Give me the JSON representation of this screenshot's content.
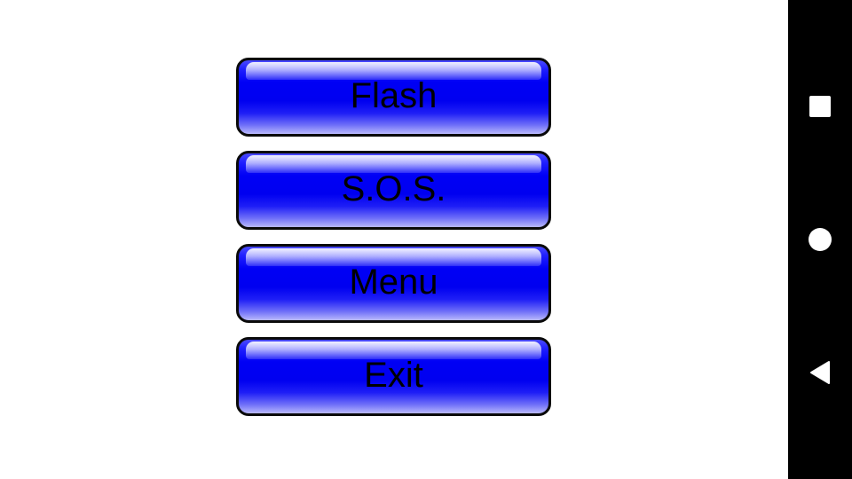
{
  "app": {
    "buttons": [
      {
        "label": "Flash"
      },
      {
        "label": "S.O.S."
      },
      {
        "label": "Menu"
      },
      {
        "label": "Exit"
      }
    ]
  },
  "navigation_bar": {
    "items": [
      {
        "icon": "recents-square-icon"
      },
      {
        "icon": "home-circle-icon"
      },
      {
        "icon": "back-triangle-icon"
      }
    ]
  },
  "colors": {
    "button_blue": "#0000f0",
    "button_border": "#0a0a0a",
    "nav_bar": "#000000",
    "background": "#ffffff"
  }
}
